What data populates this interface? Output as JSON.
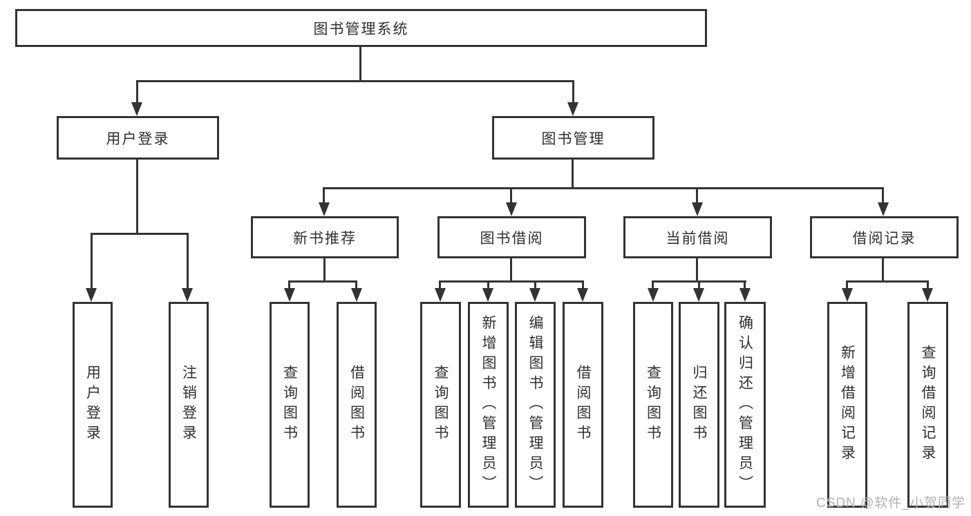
{
  "diagram_type": "functional-structure-tree",
  "colors": {
    "line": "#333333",
    "text": "#2f2f2f",
    "background": "#ffffff",
    "watermark": "#b0b0b0"
  },
  "tree": {
    "label": "图书管理系统",
    "children": [
      {
        "label": "用户登录",
        "children": [
          {
            "label": "用户登录"
          },
          {
            "label": "注销登录"
          }
        ]
      },
      {
        "label": "图书管理",
        "children": [
          {
            "label": "新书推荐",
            "children": [
              {
                "label": "查询图书"
              },
              {
                "label": "借阅图书"
              }
            ]
          },
          {
            "label": "图书借阅",
            "children": [
              {
                "label": "查询图书"
              },
              {
                "label": "新增图书（管理员）"
              },
              {
                "label": "编辑图书（管理员）"
              },
              {
                "label": "借阅图书"
              }
            ]
          },
          {
            "label": "当前借阅",
            "children": [
              {
                "label": "查询图书"
              },
              {
                "label": "归还图书"
              },
              {
                "label": "确认归还（管理员）"
              }
            ]
          },
          {
            "label": "借阅记录",
            "children": [
              {
                "label": "新增借阅记录"
              },
              {
                "label": "查询借阅记录"
              }
            ]
          }
        ]
      }
    ]
  },
  "watermark": {
    "text": "CSDN @软件_小贺同学"
  }
}
